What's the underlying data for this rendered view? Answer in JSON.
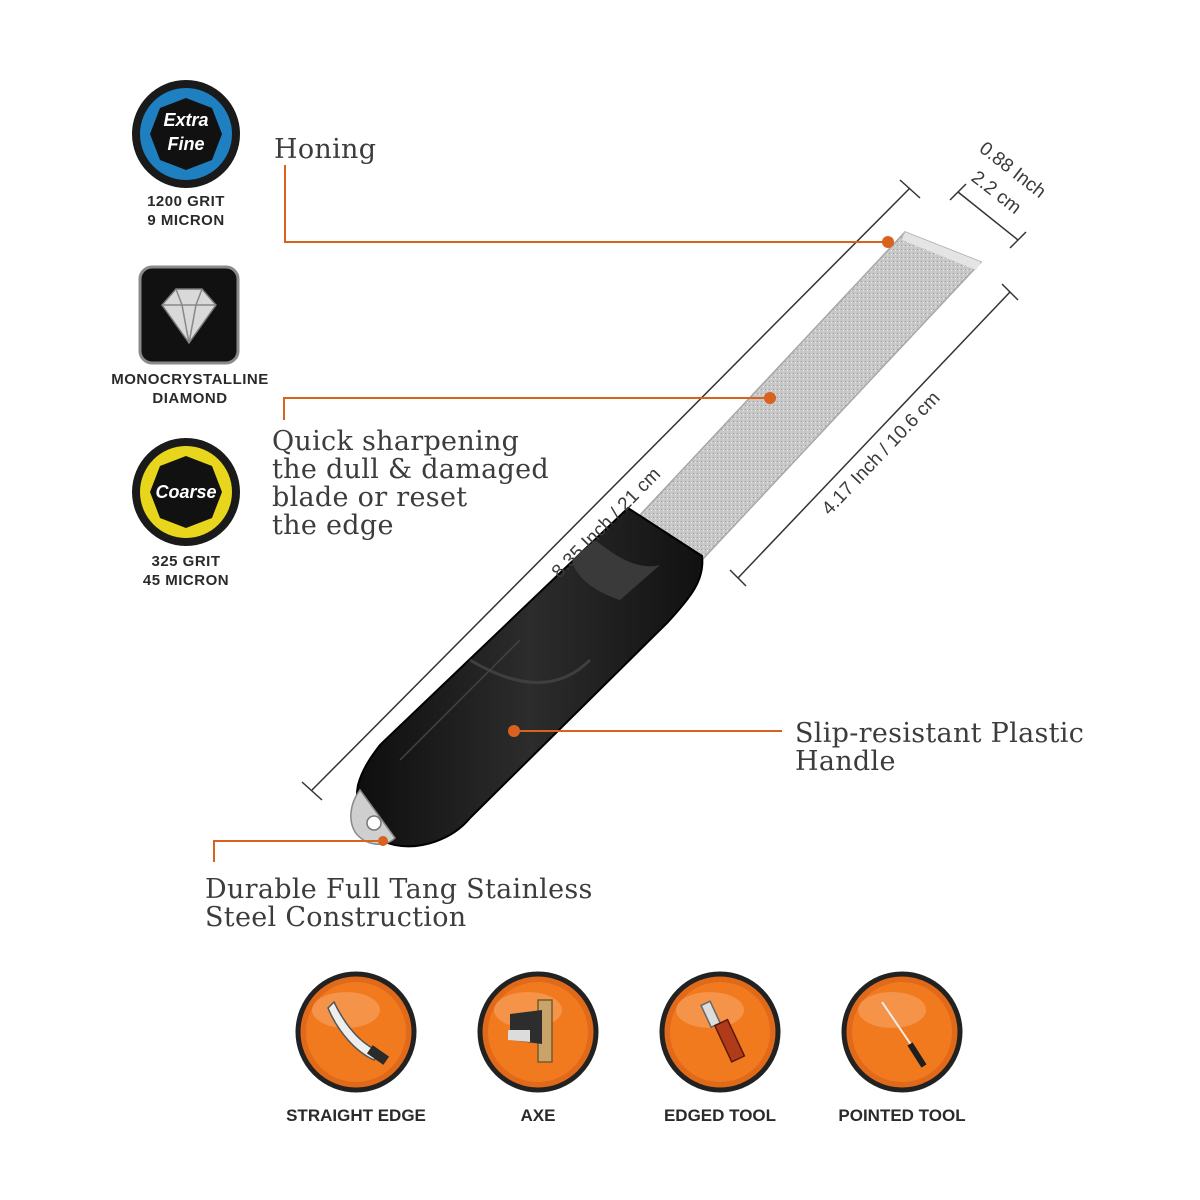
{
  "badges": [
    {
      "line1": "Extra",
      "line2": "Fine",
      "caption1": "1200 GRIT",
      "caption2": "9 MICRON",
      "color": "#1e7fc1"
    },
    {
      "caption1": "MONOCRYSTALLINE",
      "caption2": "DIAMOND",
      "icon": "diamond-icon"
    },
    {
      "line1": "Coarse",
      "caption1": "325 GRIT",
      "caption2": "45 MICRON",
      "color": "#e8d61c"
    }
  ],
  "callouts": {
    "honing": "Honing",
    "quick": "Quick sharpening\nthe dull & damaged\nblade or reset\nthe edge",
    "handle": "Slip-resistant Plastic\nHandle",
    "tang": "Durable Full Tang Stainless\nSteel Construction"
  },
  "dimensions": {
    "width_inch": "0.88 Inch",
    "width_cm": "2.2 cm",
    "length": "8.35 Inch / 21 cm",
    "blade": "4.17 Inch / 10.6 cm"
  },
  "uses": [
    {
      "label": "STRAIGHT EDGE",
      "icon": "knife-icon"
    },
    {
      "label": "AXE",
      "icon": "axe-icon"
    },
    {
      "label": "EDGED TOOL",
      "icon": "chisel-icon"
    },
    {
      "label": "POINTED TOOL",
      "icon": "needle-icon"
    }
  ],
  "colors": {
    "accent": "#d8621e",
    "handle": "#1e1e1e",
    "steel": "#c9c9c9"
  }
}
